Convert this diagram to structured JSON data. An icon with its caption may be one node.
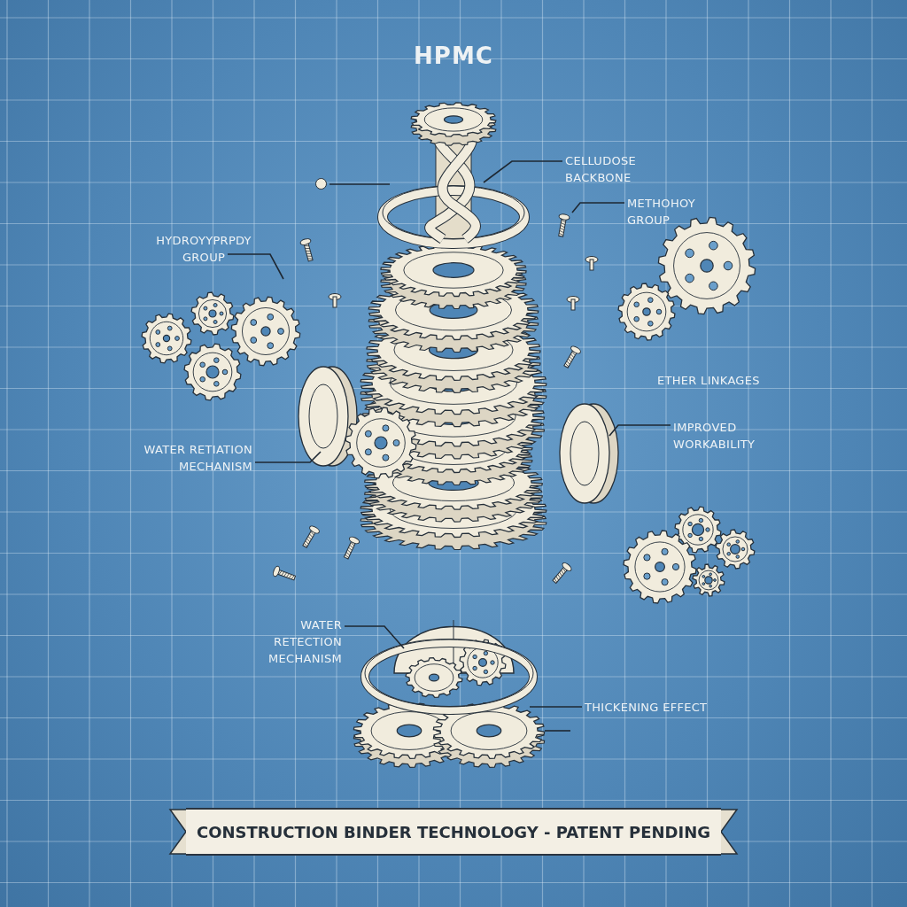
{
  "diagram": {
    "title": "HPMC",
    "nodes": [
      {
        "text": [
          "CELLUDOSE BACKBONE"
        ]
      },
      {
        "text": [
          "METHOHOY GROUP"
        ]
      },
      {
        "text": [
          "HYDROYYPRPDY GROUP"
        ]
      },
      {
        "text": [
          "WATER RETIATION MECHANISM"
        ]
      },
      {
        "text": [
          "IMPROVED WORKABILITY"
        ]
      },
      {
        "text": [
          "WATER RETECTION MECHANISM"
        ]
      },
      {
        "text": [
          "THICKENING EFFECT"
        ]
      },
      {
        "text": [
          "CONSTRUCTION BINDER TECHNOLOGY - PATENT PENDING"
        ]
      },
      {
        "text": [],
        "shape": "circle"
      },
      {
        "text": [],
        "shape": "picture"
      }
    ],
    "edges": [
      {
        "from": 0,
        "to": null,
        "arrow": "none"
      },
      {
        "from": 1,
        "to": null,
        "arrow": "none"
      },
      {
        "from": 2,
        "to": null,
        "arrow": "none"
      },
      {
        "from": 3,
        "to": null,
        "arrow": "none"
      },
      {
        "from": 4,
        "to": null,
        "arrow": "none"
      },
      {
        "from": 5,
        "to": 9,
        "arrow": "none"
      },
      {
        "from": 6,
        "to": 9,
        "arrow": "none"
      },
      {
        "from": 8,
        "to": null,
        "arrow": "none"
      },
      {
        "from": 9,
        "to": null,
        "arrow": "none"
      }
    ],
    "labels": [
      "ETHER LINKAGES"
    ]
  }
}
